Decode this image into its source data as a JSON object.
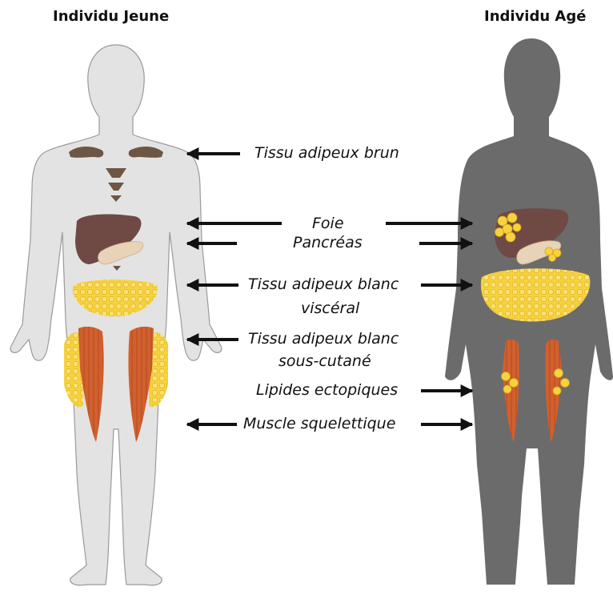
{
  "titles": {
    "young": "Individu Jeune",
    "old": "Individu Agé"
  },
  "labels": {
    "brown_fat": "Tissu adipeux brun",
    "liver": "Foie",
    "pancreas": "Pancréas",
    "visceral_l1": "Tissu adipeux blanc",
    "visceral_l2": "viscéral",
    "subcut_l1": "Tissu adipeux blanc",
    "subcut_l2": "sous-cutané",
    "ectopic": "Lipides ectopiques",
    "muscle": "Muscle squelettique"
  },
  "colors": {
    "young_body": "#e3e3e3",
    "old_body": "#6b6b6b",
    "brown_fat": "#6e5644",
    "liver": "#6f4a45",
    "pancreas": "#e8d3b8",
    "white_fat": "#f7d23e",
    "muscle": "#d0602e",
    "arrow": "#111111"
  }
}
